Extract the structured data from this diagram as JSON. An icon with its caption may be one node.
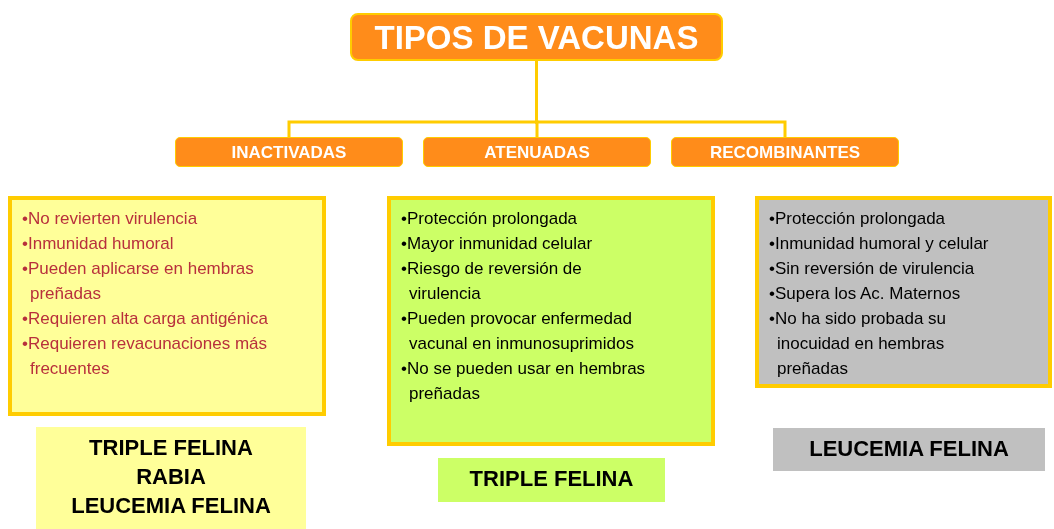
{
  "diagram": {
    "nodes": [
      {
        "text": [
          "TIPOS DE VACUNAS"
        ]
      },
      {
        "text": [
          "INACTIVADAS"
        ]
      },
      {
        "text": [
          "ATENUADAS"
        ]
      },
      {
        "text": [
          "RECOMBINANTES"
        ]
      },
      {
        "text": [
          "•No revierten virulencia",
          "•Inmunidad humoral",
          "•Pueden aplicarse en hembras preñadas",
          "•Requieren alta carga antigénica",
          "•Requieren revacunaciones más frecuentes"
        ]
      },
      {
        "text": [
          "•Protección prolongada",
          "•Mayor inmunidad celular",
          "•Riesgo de reversión de virulencia",
          "•Pueden provocar enfermedad vacunal en inmunosuprimidos",
          "•No se pueden usar en hembras preñadas"
        ]
      },
      {
        "text": [
          "•Protección prolongada",
          "•Inmunidad humoral y celular",
          "•Sin reversión de virulencia",
          "•Supera los Ac. Maternos",
          "•No ha sido probada su inocuidad en hembras preñadas"
        ]
      },
      {
        "text": [
          "TRIPLE FELINA",
          "RABIA",
          "LEUCEMIA FELINA"
        ]
      },
      {
        "text": [
          "TRIPLE FELINA"
        ]
      },
      {
        "text": [
          "LEUCEMIA FELINA"
        ]
      }
    ],
    "edges": [
      {
        "from": 0,
        "to": 1,
        "arrow": "none"
      },
      {
        "from": 0,
        "to": 2,
        "arrow": "none"
      },
      {
        "from": 0,
        "to": 3,
        "arrow": "none"
      }
    ]
  }
}
